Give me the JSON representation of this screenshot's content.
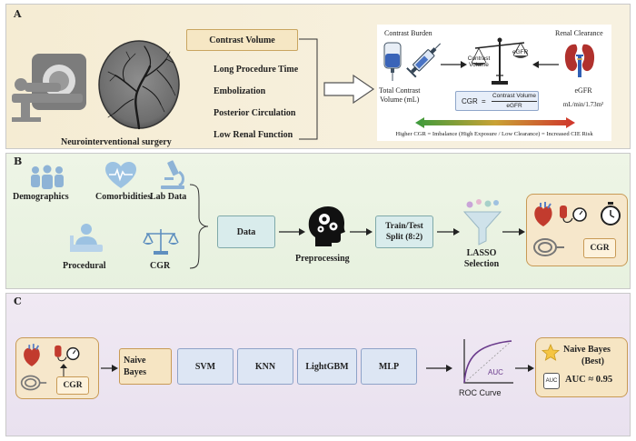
{
  "panel_a": {
    "label": "A",
    "surgery_caption": "Neurointerventional surgery",
    "contrast_volume_box": "Contrast Volume",
    "risk_factors": [
      "Long Procedure Time",
      "Embolization",
      "Posterior Circulation",
      "Low Renal Function"
    ],
    "contrast_burden_title": "Contrast Burden",
    "total_contrast_label": "Total Contrast",
    "total_contrast_unit": "Volume (mL)",
    "renal_clearance_title": "Renal Clearance",
    "egfr_label": "eGFR",
    "egfr_unit": "mL/min/1.73m²",
    "scale_left_pan": "Contrast",
    "scale_left_pan_2": "Volume",
    "scale_right_pan": "eGFR",
    "formula_lhs": "CGR",
    "formula_eq": "=",
    "formula_numerator": "Contrast Volume",
    "formula_denominator": "eGFR",
    "risk_caption": "Higher CGR = Imbalance (High Exposure / Low Clearance) = Increased CIE Risk",
    "colors": {
      "gradient_left": "#3c9a3c",
      "gradient_mid": "#c9a235",
      "gradient_right": "#d0342c"
    }
  },
  "panel_b": {
    "label": "B",
    "inputs": [
      "Demographics",
      "Comorbidities",
      "Lab Data",
      "Procedural",
      "CGR"
    ],
    "data_box": "Data",
    "preprocessing": "Preprocessing",
    "split_box": "Train/Test Split (8:2)",
    "lasso_label": "LASSO",
    "lasso_label_2": "Selection",
    "selected_badge": "CGR",
    "colors": {
      "box_fill": "#d9ecec",
      "box_border": "#7fa9a9",
      "selected_fill": "#f6e7cb",
      "selected_border": "#c89a55"
    }
  },
  "panel_c": {
    "label": "C",
    "feature_badge": "CGR",
    "models": [
      "Naive Bayes",
      "SVM",
      "KNN",
      "LightGBM",
      "MLP"
    ],
    "roc_curve_label": "ROC Curve",
    "roc_auc_label": "AUC",
    "best_model": "Naive Bayes",
    "best_model_tag": "(Best)",
    "auc_icon": "AUC",
    "auc_value": "AUC ≈ 0.95",
    "colors": {
      "model_fill": "#dde6f4",
      "model_border": "#8ea2c8",
      "nb_fill": "#f6e5c3",
      "nb_border": "#c89a55"
    }
  },
  "icons": [
    "scanner-icon",
    "angiogram-icon",
    "iv-bag-icon",
    "syringe-icon",
    "balance-scale-icon",
    "kidney-icon",
    "people-icon",
    "heart-icon",
    "microscope-icon",
    "patient-icon",
    "scale-icon",
    "head-gears-icon",
    "funnel-icon",
    "anatomical-heart-icon",
    "blood-pressure-icon",
    "stopwatch-icon",
    "catheter-icon",
    "star-icon"
  ]
}
